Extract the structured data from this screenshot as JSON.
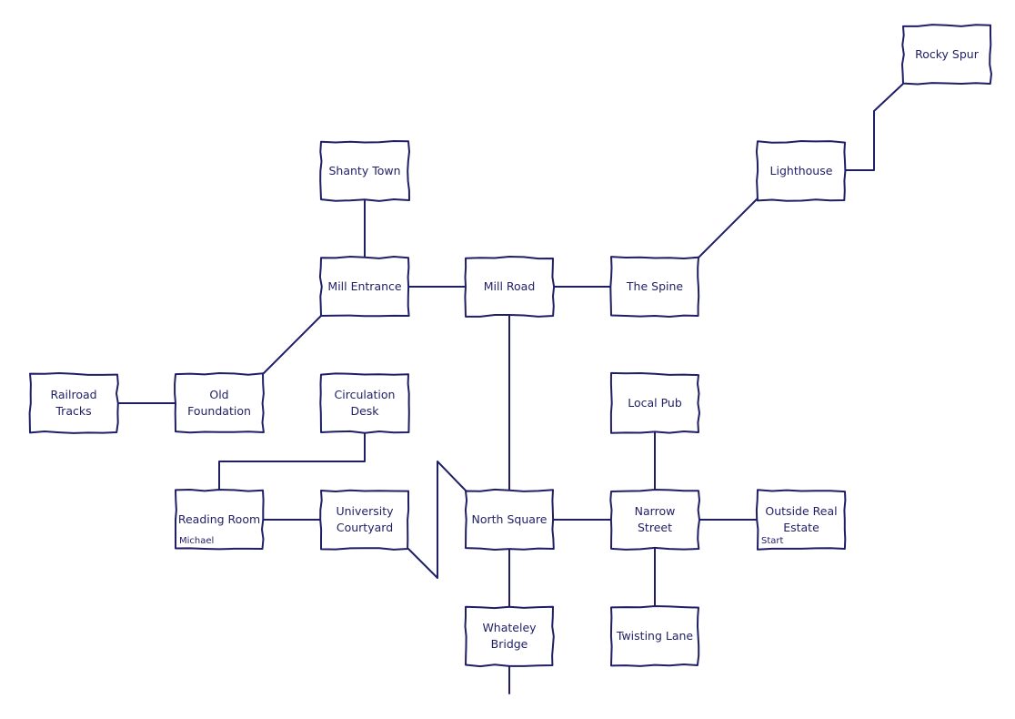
{
  "colors": {
    "ink": "#1f1f66",
    "background": "#ffffff"
  },
  "rooms": {
    "rocky_spur": {
      "lines": [
        "Rocky Spur"
      ]
    },
    "lighthouse": {
      "lines": [
        "Lighthouse"
      ]
    },
    "shanty_town": {
      "lines": [
        "Shanty Town"
      ]
    },
    "mill_entrance": {
      "lines": [
        "Mill Entrance"
      ]
    },
    "mill_road": {
      "lines": [
        "Mill Road"
      ]
    },
    "the_spine": {
      "lines": [
        "The Spine"
      ]
    },
    "railroad_tracks": {
      "lines": [
        "Railroad",
        "Tracks"
      ]
    },
    "old_foundation": {
      "lines": [
        "Old",
        "Foundation"
      ]
    },
    "circulation_desk": {
      "lines": [
        "Circulation",
        "Desk"
      ]
    },
    "local_pub": {
      "lines": [
        "Local Pub"
      ]
    },
    "reading_room": {
      "lines": [
        "Reading Room"
      ],
      "note": "Michael"
    },
    "university_courtyard": {
      "lines": [
        "University",
        "Courtyard"
      ]
    },
    "north_square": {
      "lines": [
        "North Square"
      ]
    },
    "narrow_street": {
      "lines": [
        "Narrow",
        "Street"
      ]
    },
    "outside_real_estate": {
      "lines": [
        "Outside Real",
        "Estate"
      ],
      "note": "Start"
    },
    "whateley_bridge": {
      "lines": [
        "Whateley",
        "Bridge"
      ]
    },
    "twisting_lane": {
      "lines": [
        "Twisting Lane"
      ]
    }
  }
}
